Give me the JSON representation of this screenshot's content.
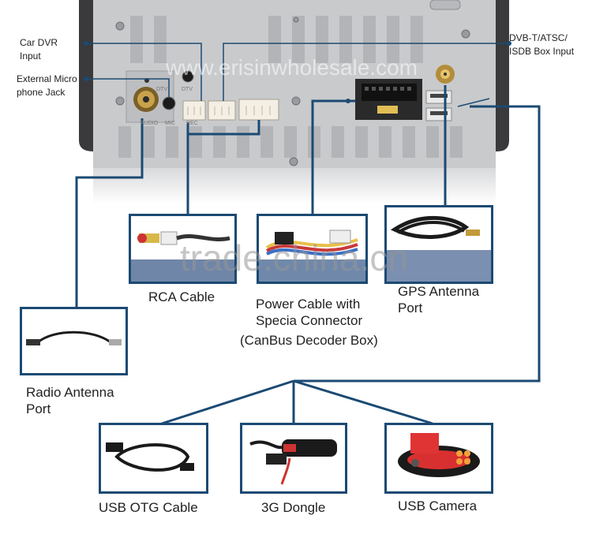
{
  "callouts": {
    "car_dvr": "Car DVR",
    "car_dvr_2": "Input",
    "mic": "External Micro",
    "mic_2": "phone Jack",
    "dvbt": "DVB-T/ATSC/",
    "dvbt_2": "ISDB Box Input"
  },
  "captions": {
    "rca": "RCA Cable",
    "power_1": "Power Cable with",
    "power_2": "Specia Connector",
    "power_3": "(CanBus Decoder Box)",
    "gps_1": "GPS Antenna",
    "gps_2": "Port",
    "radio_1": "Radio Antenna",
    "radio_2": "Port",
    "usb_otg": "USB OTG Cable",
    "dongle": "3G Dongle",
    "camera": "USB Camera"
  },
  "panel_labels": {
    "dtv1": "DTV",
    "dtv2": "DTV",
    "mic": "MIC",
    "rec": "REC",
    "audio": "AUDIO"
  },
  "watermarks": {
    "main": "trade.china.cn",
    "site": "www.erisinwholesale.com"
  },
  "colors": {
    "accent": "#1b4a73",
    "panel": "#c9cacc",
    "bezel": "#3a3a3c"
  }
}
